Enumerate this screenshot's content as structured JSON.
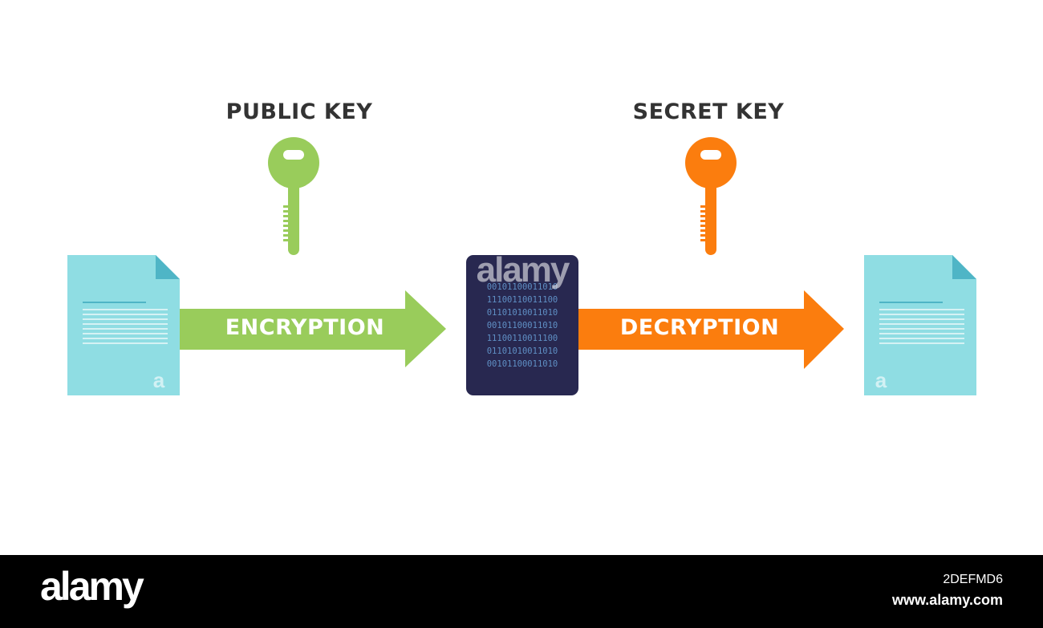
{
  "labels": {
    "public_key": "PUBLIC KEY",
    "secret_key": "SECRET KEY",
    "encryption": "ENCRYPTION",
    "decryption": "DECRYPTION"
  },
  "ciphertext": {
    "lines": [
      "00101100011010",
      "11100110011100",
      "01101010011010",
      "00101100011010",
      "11100110011100",
      "01101010011010",
      "00101100011010"
    ]
  },
  "watermark": {
    "overlay": "alamy",
    "logo": "alamy",
    "image_id": "2DEFMD6",
    "url": "www.alamy.com"
  },
  "colors": {
    "public_key": "#99cc5b",
    "secret_key": "#fb7d0e",
    "encryption_arrow": "#99cc5b",
    "decryption_arrow": "#fb7d0e",
    "document": "#8fdde3",
    "document_fold": "#4fb5c6",
    "cipher_block": "#282850",
    "label_text": "#333333"
  },
  "icons": {
    "public_key": "key-icon",
    "secret_key": "key-icon",
    "plaintext_document": "document-icon",
    "decrypted_document": "document-icon"
  }
}
